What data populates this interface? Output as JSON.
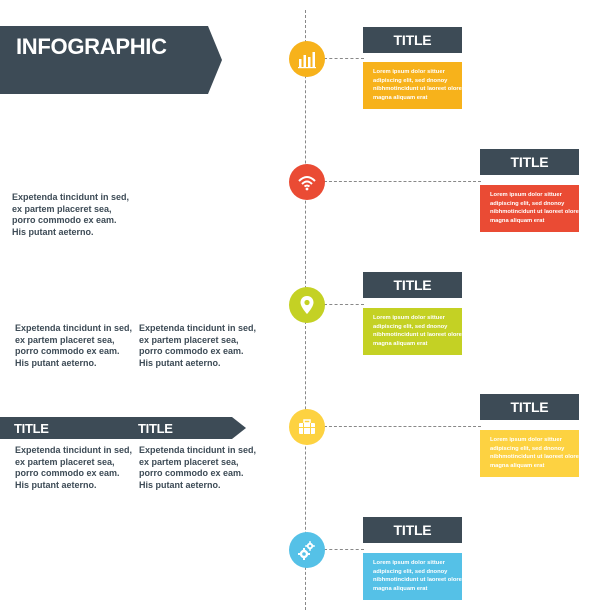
{
  "header": {
    "title_line1": "FLAT TIMELINE",
    "title_line2": "INFOGRAPHIC"
  },
  "colors": {
    "dark": "#3d4b56",
    "orange": "#f7b21b",
    "red": "#ea4b34",
    "green": "#c4d124",
    "yellow": "#fdd241",
    "blue": "#55c1e7"
  },
  "milestones": [
    {
      "title": "TITLE",
      "text": "Lorem ipsum dolor sittuer adipiscing elit, sed dnonoy nibhmotincidunt ut laoreet olore magna aliquam erat",
      "icon": "bar-chart-icon"
    },
    {
      "title": "TITLE",
      "text": "Lorem ipsum dolor sittuer adipiscing elit, sed dnonoy nibhmotincidunt ut laoreet olore magna aliquam erat",
      "icon": "wifi-icon"
    },
    {
      "title": "TITLE",
      "text": "Lorem ipsum dolor sittuer adipiscing elit, sed dnonoy nibhmotincidunt ut laoreet olore magna aliquam erat",
      "icon": "location-pin-icon"
    },
    {
      "title": "TITLE",
      "text": "Lorem ipsum dolor sittuer adipiscing elit, sed dnonoy nibhmotincidunt ut laoreet olore magna aliquam erat",
      "icon": "briefcase-icon"
    },
    {
      "title": "TITLE",
      "text": "Lorem ipsum dolor sittuer adipiscing elit, sed dnonoy nibhmotincidunt ut laoreet olore magna aliquam erat",
      "icon": "gears-icon"
    }
  ],
  "side_text": "Expetenda tincidunt in sed, ex partem placeret sea, porro commodo ex eam. His putant aeterno.",
  "bottom_banner": {
    "title_left": "TITLE",
    "title_right": "TITLE"
  }
}
